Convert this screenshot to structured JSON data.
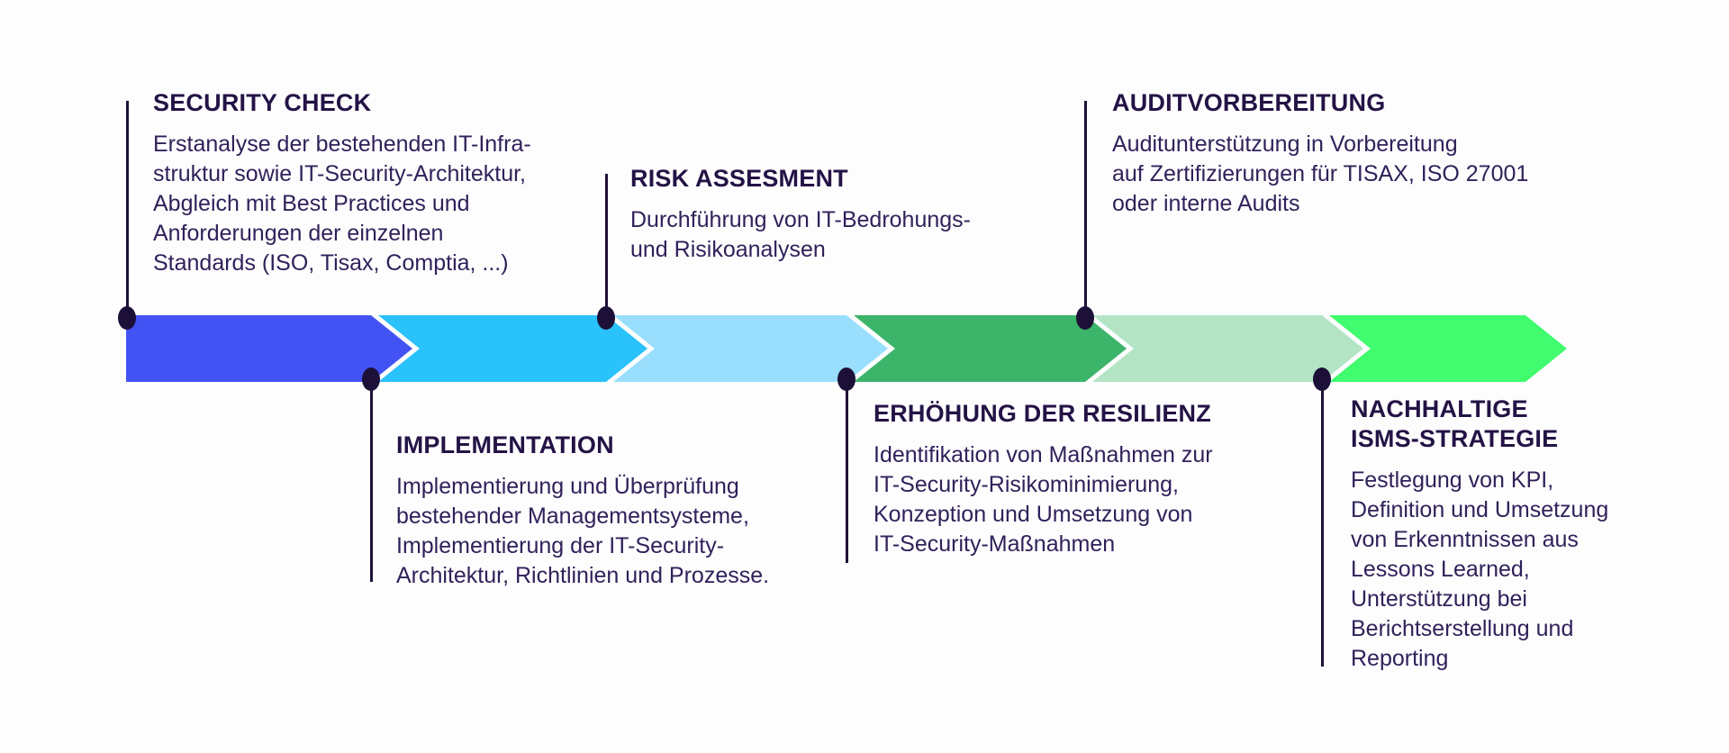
{
  "diagram": {
    "type": "process-chevron-timeline",
    "ink_color": "#241345",
    "body_text_color": "#31215a",
    "connector_color": "#1d1038",
    "background_color": "#fdfdfe",
    "steps": [
      {
        "id": "security-check",
        "label": "SECURITY CHECK",
        "description": "Erstanalyse der bestehenden IT-Infra-\nstruktur sowie IT-Security-Architektur,\nAbgleich mit Best Practices und\nAnforderungen der einzelnen\nStandards (ISO, Tisax, Comptia, ...)",
        "color": "#4353f3",
        "label_position": "top"
      },
      {
        "id": "implementation",
        "label": "IMPLEMENTATION",
        "description": "Implementierung und Überprüfung\nbestehender Managementsysteme,\nImplementierung der IT-Security-\nArchitektur, Richtlinien und Prozesse.",
        "color": "#2ac2fa",
        "label_position": "bottom"
      },
      {
        "id": "risk-assesment",
        "label": "RISK ASSESMENT",
        "description": "Durchführung von IT-Bedrohungs-\nund Risikoanalysen",
        "color": "#99dffd",
        "label_position": "top"
      },
      {
        "id": "erhoehung-der-resilienz",
        "label": "ERHÖHUNG DER RESILIENZ",
        "description": "Identifikation von Maßnahmen zur\nIT-Security-Risikominimierung,\nKonzeption und Umsetzung von\nIT-Security-Maßnahmen",
        "color": "#3cb469",
        "label_position": "bottom"
      },
      {
        "id": "auditvorbereitung",
        "label": "AUDITVORBEREITUNG",
        "description": "Auditunterstützung in Vorbereitung\nauf Zertifizierungen für TISAX, ISO 27001\noder interne Audits",
        "color": "#b3e5c5",
        "label_position": "top"
      },
      {
        "id": "nachhaltige-isms-strategie",
        "label": "NACHHALTIGE\nISMS-STRATEGIE",
        "description": "Festlegung von KPI,\nDefinition und Umsetzung\nvon Erkenntnissen aus\nLessons Learned,\nUnterstützung bei\nBerichtserstellung und\nReporting",
        "color": "#40fc6e",
        "label_position": "bottom"
      }
    ]
  }
}
